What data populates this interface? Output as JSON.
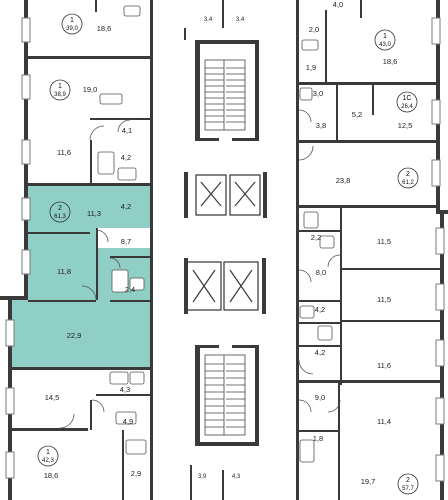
{
  "units": [
    {
      "id": "u1",
      "number": "1",
      "area": "39,0",
      "highlight": false
    },
    {
      "id": "u2",
      "number": "1",
      "area": "38,9",
      "highlight": false
    },
    {
      "id": "u3",
      "number": "2",
      "area": "61,3",
      "highlight": true
    },
    {
      "id": "u4",
      "number": "1",
      "area": "42,3",
      "highlight": false
    },
    {
      "id": "u5",
      "number": "1",
      "area": "43,0",
      "highlight": false
    },
    {
      "id": "u6",
      "number": "1С",
      "area": "26,4",
      "highlight": false
    },
    {
      "id": "u7",
      "number": "2",
      "area": "61,2",
      "highlight": false
    },
    {
      "id": "u8",
      "number": "2",
      "area": "57,7",
      "highlight": false
    }
  ],
  "rooms": {
    "l1": "18,6",
    "l2": "19,0",
    "l3": "4,1",
    "l4": "11,6",
    "l5": "4,2",
    "l6": "11,3",
    "l7": "4,2",
    "l8": "8,7",
    "l9": "11,8",
    "l10": "2,4",
    "l11": "22,9",
    "l12": "4,3",
    "l13": "14,5",
    "l14": "4,9",
    "l15": "18,6",
    "l16": "2,9",
    "c1": "3,4",
    "c2": "3,4",
    "c3": "3,9",
    "c4": "4,3",
    "r1": "4,0",
    "r2": "2,0",
    "r3": "18,6",
    "r4": "1,9",
    "r5": "3,0",
    "r6": "5,2",
    "r7": "3,8",
    "r8": "12,5",
    "r9": "23,8",
    "r10": "2,2",
    "r11": "11,5",
    "r12": "8,0",
    "r13": "11,5",
    "r14": "4,2",
    "r15": "4,2",
    "r16": "11,6",
    "r17": "9,0",
    "r18": "11,4",
    "r19": "1,8",
    "r20": "19,7"
  }
}
